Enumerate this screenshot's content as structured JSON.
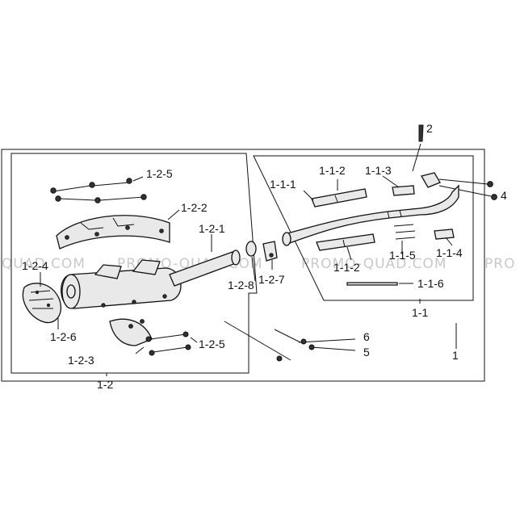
{
  "diagram": {
    "labels": {
      "l_2": "2",
      "l_1_1_1": "1-1-1",
      "l_1_1_2_top": "1-1-2",
      "l_1_1_3": "1-1-3",
      "l_4": "4",
      "l_1_2_5_top": "1-2-5",
      "l_1_2_2": "1-2-2",
      "l_1_2_1": "1-2-1",
      "l_1_2_4": "1-2-4",
      "l_1_2_8": "1-2-8",
      "l_1_2_7": "1-2-7",
      "l_1_1_5": "1-1-5",
      "l_1_1_4": "1-1-4",
      "l_1_1_2_bottom": "1-1-2",
      "l_1_1_6": "1-1-6",
      "l_1_1": "1-1",
      "l_1_2_6": "1-2-6",
      "l_6": "6",
      "l_5": "5",
      "l_1_2_5_bottom": "1-2-5",
      "l_1_2_3": "1-2-3",
      "l_1": "1",
      "l_1_2": "1-2"
    },
    "watermarks": [
      "QUAD.COM",
      "PROMO-QUAD.COM",
      "PROMO-QUAD.COM",
      "PRO"
    ]
  }
}
